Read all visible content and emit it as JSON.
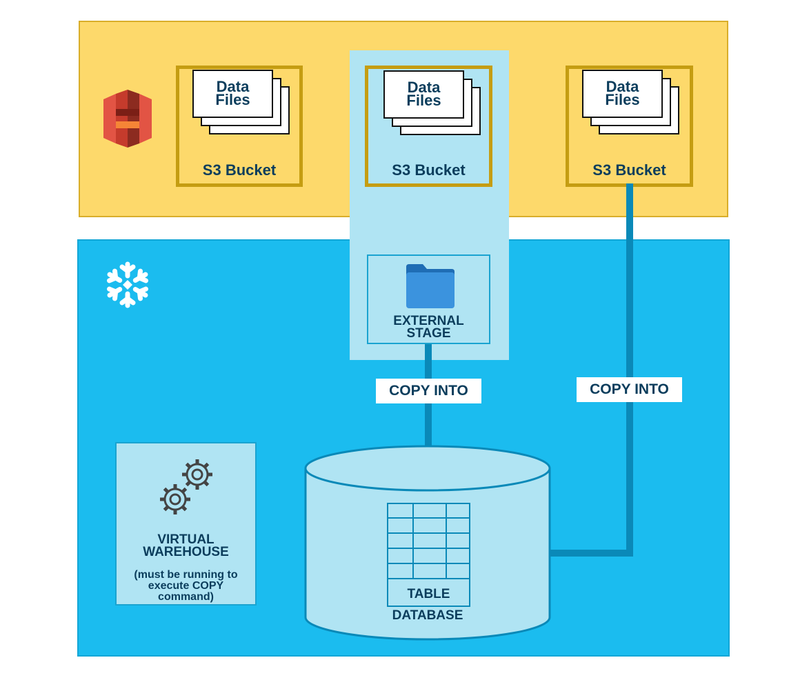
{
  "buckets": [
    {
      "file_label": "Data\nFiles",
      "bucket_label": "S3 Bucket"
    },
    {
      "file_label": "Data\nFiles",
      "bucket_label": "S3 Bucket"
    },
    {
      "file_label": "Data\nFiles",
      "bucket_label": "S3 Bucket"
    }
  ],
  "stage": {
    "label": "EXTERNAL\nSTAGE"
  },
  "copy_labels": {
    "left": "COPY INTO",
    "right": "COPY INTO"
  },
  "warehouse": {
    "title": "VIRTUAL\nWAREHOUSE",
    "note": "(must be running to\nexecute COPY\ncommand)"
  },
  "database": {
    "table_label": "TABLE",
    "label": "DATABASE"
  },
  "colors": {
    "aws_panel": "#fdd96b",
    "bucket_border": "#c59d12",
    "snowflake_panel": "#1bbcef",
    "stage_strip": "#b0e4f3",
    "arrow": "#0a89b8",
    "text": "#0b3d5c"
  },
  "icons": [
    "aws-s3-logo-icon",
    "snowflake-logo-icon",
    "folder-icon",
    "gears-icon"
  ]
}
